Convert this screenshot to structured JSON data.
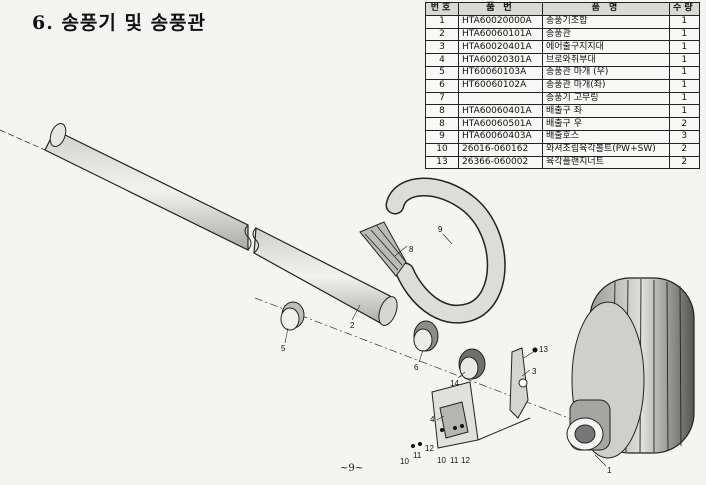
{
  "title": "6. 송풍기 및 송풍관",
  "table": {
    "headers": [
      "번호",
      "품 번",
      "품 명",
      "수량"
    ],
    "rows": [
      {
        "no": "1",
        "part": "HTA60020000A",
        "name": "송풍기조합",
        "qty": "1"
      },
      {
        "no": "2",
        "part": "HTA60060101A",
        "name": "송풍관",
        "qty": "1"
      },
      {
        "no": "3",
        "part": "HTA60020401A",
        "name": "에어출구지지대",
        "qty": "1"
      },
      {
        "no": "4",
        "part": "HTA60020301A",
        "name": "브로와취부대",
        "qty": "1"
      },
      {
        "no": "5",
        "part": "HT60060103A",
        "name": "송풍관 마개 (우)",
        "qty": "1"
      },
      {
        "no": "6",
        "part": "HT60060102A",
        "name": "송풍관 마개(좌)",
        "qty": "1"
      },
      {
        "no": "7",
        "part": "",
        "name": "송풍기 고무링",
        "qty": "1"
      },
      {
        "no": "8",
        "part": "HTA60060401A",
        "name": "배출구 좌",
        "qty": "1"
      },
      {
        "no": "8",
        "part": "HTA60060501A",
        "name": "배출구 우",
        "qty": "2"
      },
      {
        "no": "9",
        "part": "HTA60060403A",
        "name": "배출호스",
        "qty": "3"
      },
      {
        "no": "10",
        "part": "26016-060162",
        "name": "와셔조립육각볼트(PW+SW)",
        "qty": "2"
      },
      {
        "no": "13",
        "part": "26366-060002",
        "name": "육각플랜지너트",
        "qty": "2"
      }
    ]
  },
  "callouts": {
    "c1": "1",
    "c2": "2",
    "c3": "3",
    "c4": "4",
    "c5": "5",
    "c6": "6",
    "c8": "8",
    "c9": "9",
    "c10a": "10",
    "c10b": "10",
    "c11a": "11",
    "c11b": "11",
    "c12a": "12",
    "c12b": "12",
    "c13": "13",
    "c14": "14"
  },
  "page_number": "~9~"
}
